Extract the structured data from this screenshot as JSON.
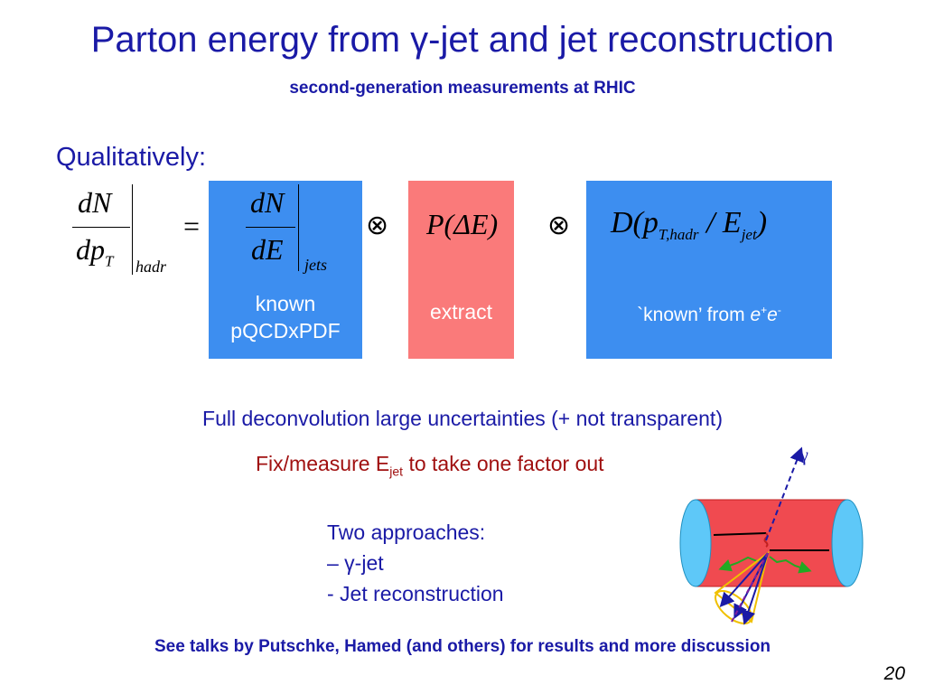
{
  "slide": {
    "title": "Parton energy from γ-jet and jet reconstruction",
    "subtitle": "second-generation measurements at RHIC",
    "qualitatively": "Qualitatively:",
    "equation": {
      "lhs_num": "dN",
      "lhs_den": "dp",
      "lhs_den_sub": "T",
      "lhs_sub": "hadr",
      "equals": "=",
      "b1_num": "dN",
      "b1_den": "dE",
      "b1_sub": "jets",
      "otimes": "⊗",
      "b2_formula": "P(ΔE)",
      "b3_D": "D(",
      "b3_p": "p",
      "b3_p_sub": "T,hadr",
      "b3_slash": "/",
      "b3_E": "E",
      "b3_E_sub": "jet",
      "b3_close": ")"
    },
    "boxes": {
      "known_line1": "known",
      "known_line2": "pQCDxPDF",
      "extract": "extract",
      "frag_prefix": "`known’ from ",
      "frag_e1": "e",
      "frag_plus": "+",
      "frag_e2": "e",
      "frag_minus": "-"
    },
    "deconvolution": "Full deconvolution large uncertainties (+ not transparent)",
    "fix_prefix": "Fix/measure E",
    "fix_sub": "jet",
    "fix_suffix": " to take one factor out",
    "approaches_title": "Two approaches:",
    "approach1_dash": "–",
    "approach1": " γ-jet",
    "approach2": "-  Jet reconstruction",
    "gamma_label": "γ",
    "see_talks": "See talks by Putschke, Hamed (and others) for results and more discussion",
    "page_number": "20",
    "colors": {
      "title_blue": "#1a1aa6",
      "box_blue": "#3d8ef0",
      "box_red": "#fa7a7a",
      "fix_text": "#a01010",
      "cylinder_red": "#f04a50",
      "cylinder_cap": "#5ec8f8",
      "cone_yellow": "#f0c000"
    },
    "icons": [
      "collision-diagram-icon"
    ]
  }
}
